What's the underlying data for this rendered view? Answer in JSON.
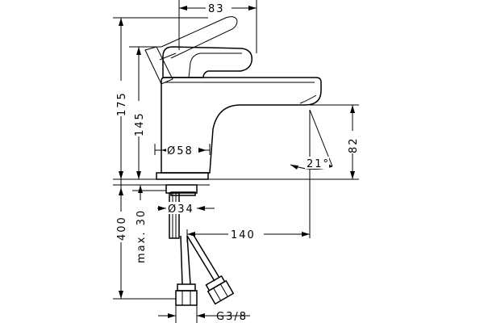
{
  "diagram": {
    "dimensions": {
      "handle_width": "83",
      "total_height": "175",
      "spout_height": "145",
      "body_diameter": "Ø58",
      "spout_outlet_height": "82",
      "spout_angle": "21°",
      "hose_length": "400",
      "max_counter_thickness": "max. 30",
      "thread_diameter": "Ø34",
      "spout_projection": "140",
      "connection_thread": "G3/8"
    }
  }
}
